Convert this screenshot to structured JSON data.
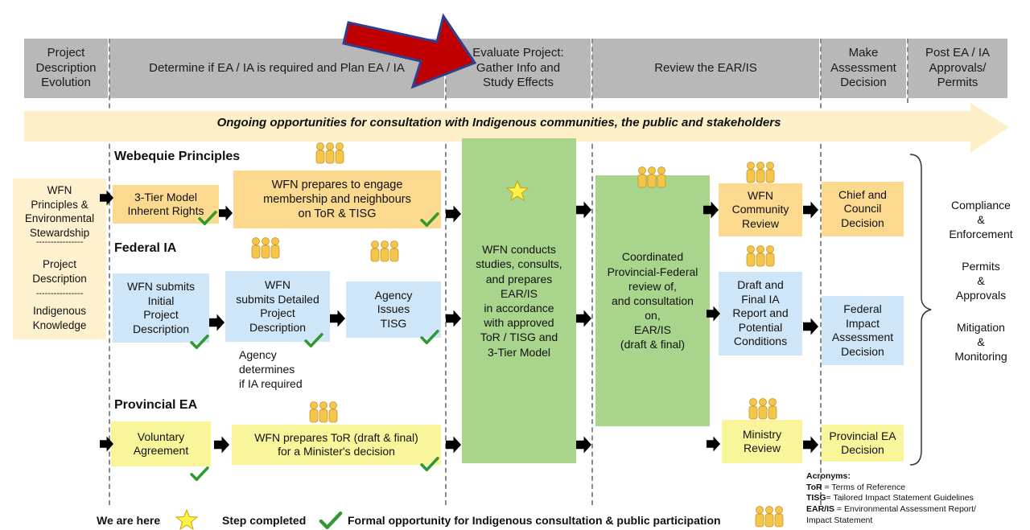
{
  "header": {
    "columns": [
      "Project\nDescription\nEvolution",
      "Determine if EA / IA is required and Plan EA / IA",
      "Evaluate Project:\nGather Info and\nStudy Effects",
      "Review the EAR/IS",
      "Make\nAssessment\nDecision",
      "Post EA / IA\nApprovals/\nPermits"
    ]
  },
  "banner": "Ongoing opportunities for consultation with Indigenous communities, the public and stakeholders",
  "left_box": {
    "principles": "WFN\nPrinciples &\nEnvironmental\nStewardship",
    "divider1": "----------------",
    "project": "Project\nDescription",
    "divider2": "----------------",
    "knowledge": "Indigenous\nKnowledge"
  },
  "sections": {
    "webequie": "Webequie Principles",
    "federal": "Federal IA",
    "provincial": "Provincial EA"
  },
  "boxes": {
    "three_tier": "3-Tier Model\nInherent Rights",
    "wfn_prepares_engage": "WFN prepares to engage\nmembership and neighbours\non ToR & TISG",
    "wfn_initial": "WFN submits\nInitial\nProject\nDescription",
    "wfn_detailed": "WFN\nsubmits Detailed\nProject\nDescription",
    "agency_tisg": "Agency\nIssues\nTISG",
    "agency_determines": "Agency\ndetermines\nif IA required",
    "voluntary": "Voluntary\nAgreement",
    "wfn_prepares_tor": "WFN prepares ToR (draft & final)\nfor a Minister's decision",
    "studies": "WFN conducts\nstudies, consults,\nand prepares\nEAR/IS\nin accordance\nwith approved\nToR / TISG and\n3-Tier Model",
    "coordinated": "Coordinated\nProvincial-Federal\nreview of,\nand consultation\non,\nEAR/IS\n(draft & final)",
    "community_review": "WFN\nCommunity\nReview",
    "draft_final": "Draft and\nFinal IA\nReport and\nPotential\nConditions",
    "ministry_review": "Ministry\nReview",
    "chief_council": "Chief and\nCouncil\nDecision",
    "federal_decision": "Federal\nImpact\nAssessment\nDecision",
    "provincial_decision": "Provincial EA\nDecision"
  },
  "post": {
    "compliance": "Compliance\n&\nEnforcement",
    "permits": "Permits\n&\nApprovals",
    "mitigation": "Mitigation\n&\nMonitoring"
  },
  "acronyms": {
    "title": "Acronyms:",
    "tor_key": "ToR",
    "tor_val": " = Terms of Reference",
    "tisg_key": "TISG",
    "tisg_val": "= Tailored Impact Statement Guidelines",
    "earis_key": "EAR/IS",
    "earis_val": " = Environmental Assessment Report/",
    "earis_val2": "Impact Statement"
  },
  "legend": {
    "here": "We are here",
    "completed": "Step completed",
    "formal": "Formal opportunity for Indigenous consultation & public participation"
  },
  "colors": {
    "header_gray": "#b8b8b8",
    "banner": "#fdf0c8",
    "orange": "#fbd98e",
    "blue": "#cfe6f8",
    "yellow": "#f9f59a",
    "green": "#a9d48c",
    "red_arrow": "#c00000",
    "check_green": "#2f9a2f",
    "people": "#f3c64a"
  }
}
